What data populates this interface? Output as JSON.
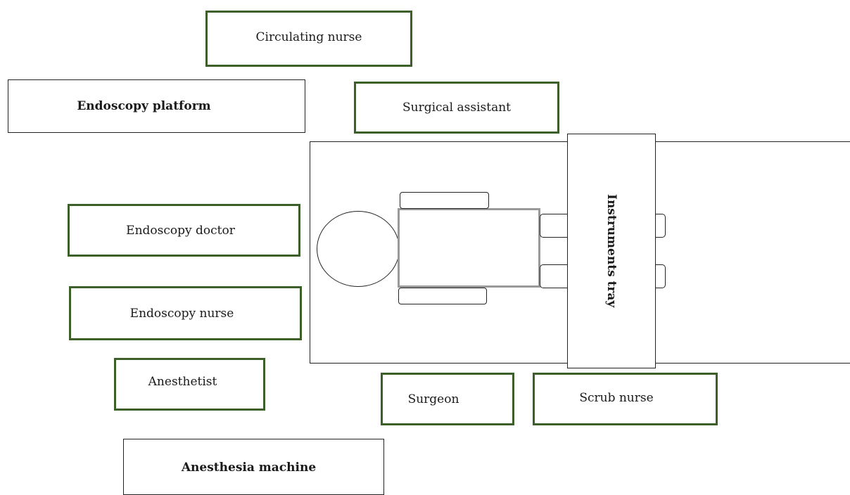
{
  "colors": {
    "staff_border": "#3d5f2a",
    "equipment_border": "#222222",
    "patient_body": "#999999"
  },
  "staff": {
    "circulating_nurse": "Circulating nurse",
    "surgical_assistant": "Surgical assistant",
    "endoscopy_doctor": "Endoscopy doctor",
    "endoscopy_nurse": "Endoscopy nurse",
    "anesthetist": "Anesthetist",
    "surgeon": "Surgeon",
    "scrub_nurse": "Scrub nurse"
  },
  "equipment": {
    "endoscopy_platform": "Endoscopy platform",
    "instruments_tray": "Instruments tray",
    "anesthesia_machine": "Anesthesia machine"
  }
}
